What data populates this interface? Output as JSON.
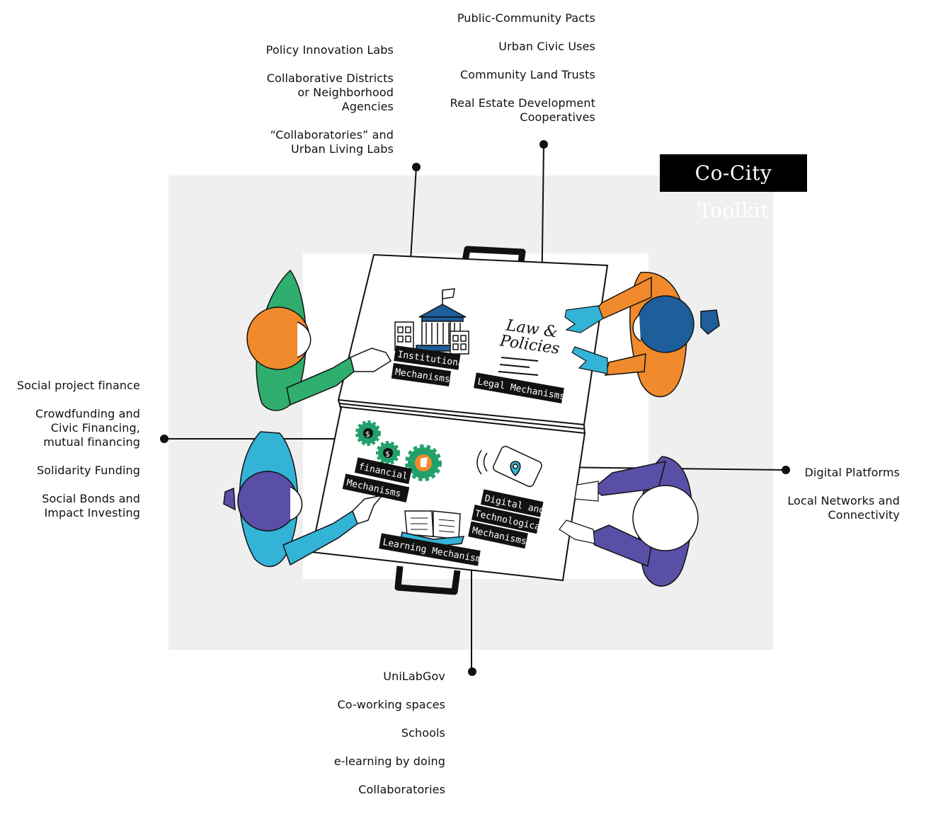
{
  "title": "Co-City Toolkit",
  "groups": {
    "institutional": {
      "label_lines": [
        "Institutional",
        "Mechanisms"
      ],
      "items": [
        "Policy Innovation Labs",
        "Collaborative Districts\nor Neighborhood\nAgencies",
        "“Collaboratories” and\nUrban Living Labs"
      ]
    },
    "legal": {
      "label_lines": [
        "Legal Mechanisms"
      ],
      "items": [
        "Public-Community Pacts",
        "Urban Civic Uses",
        "Community Land Trusts",
        "Real Estate Development\nCooperatives"
      ]
    },
    "financial": {
      "label_lines": [
        "financial",
        "Mechanisms"
      ],
      "items": [
        "Social project finance",
        "Crowdfunding and\nCivic Financing,\nmutual financing",
        "Solidarity Funding",
        "Social Bonds and\nImpact Investing"
      ]
    },
    "digital": {
      "label_lines": [
        "Digital and",
        "Technological",
        "Mechanisms"
      ],
      "items": [
        "Digital Platforms",
        "Local Networks and\nConnectivity"
      ]
    },
    "learning": {
      "label_lines": [
        "Learning Mechanisms"
      ],
      "items": [
        "UniLabGov",
        "Co-working spaces",
        "Schools",
        "e-learning by doing",
        "Collaboratories"
      ]
    }
  },
  "sketch_text": {
    "law_line1": "Law &",
    "law_line2": "Policies"
  },
  "colors": {
    "green": "#2fae6e",
    "orange": "#f08a2c",
    "blue_light": "#33b3d6",
    "blue_dark": "#1e5e9a",
    "purple": "#5a4fa6",
    "gear_green": "#22a06b"
  },
  "icons": [
    "building-icon",
    "law-document-icon",
    "gear-dollar-icon",
    "phone-map-pin-icon",
    "open-book-icon"
  ]
}
